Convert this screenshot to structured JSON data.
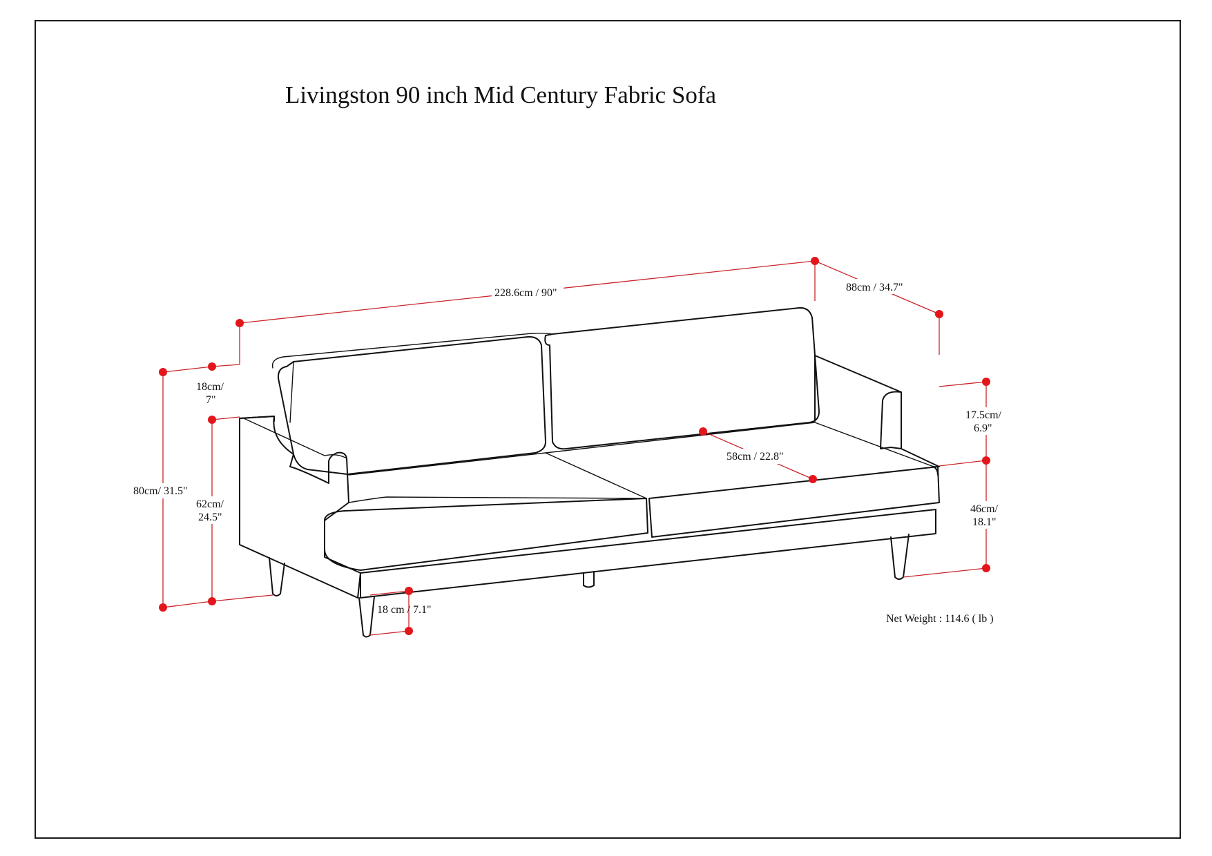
{
  "title": "Livingston 90 inch Mid Century Fabric Sofa",
  "colors": {
    "dimension": "#c9252a",
    "dot": "#e3161c",
    "outline": "#111111"
  },
  "dimensions": {
    "overall_width": "228.6cm / 90\"",
    "overall_depth": "88cm / 34.7\"",
    "overall_height": "80cm/ 31.5\"",
    "arm_width_line1": "18cm/",
    "arm_width_line2": "7\"",
    "arm_height_line1": "62cm/",
    "arm_height_line2": "24.5\"",
    "seat_depth": "58cm / 22.8\"",
    "seat_thickness_line1": "17.5cm/",
    "seat_thickness_line2": "6.9\"",
    "seat_height_line1": "46cm/",
    "seat_height_line2": "18.1\"",
    "leg_height": "18 cm / 7.1\""
  },
  "net_weight": "Net Weight : 114.6 ( lb )"
}
